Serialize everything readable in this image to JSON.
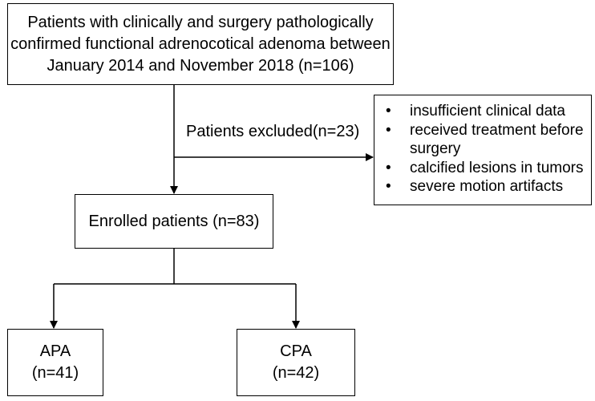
{
  "nodes": {
    "source": {
      "lines": [
        "Patients with clinically and surgery pathologically",
        "confirmed functional adrenocotical adenoma between",
        "January 2014 and November 2018 (n=106)"
      ]
    },
    "excluded": {
      "label": "Patients excluded(n=23)",
      "bullet": "•",
      "reasons": [
        "insufficient clinical data",
        "received treatment before",
        "surgery",
        "calcified lesions in tumors",
        "severe motion artifacts"
      ]
    },
    "enrolled": {
      "label": "Enrolled patients (n=83)"
    },
    "apa": {
      "label": "APA",
      "count": "(n=41)"
    },
    "cpa": {
      "label": "CPA",
      "count": "(n=42)"
    }
  }
}
